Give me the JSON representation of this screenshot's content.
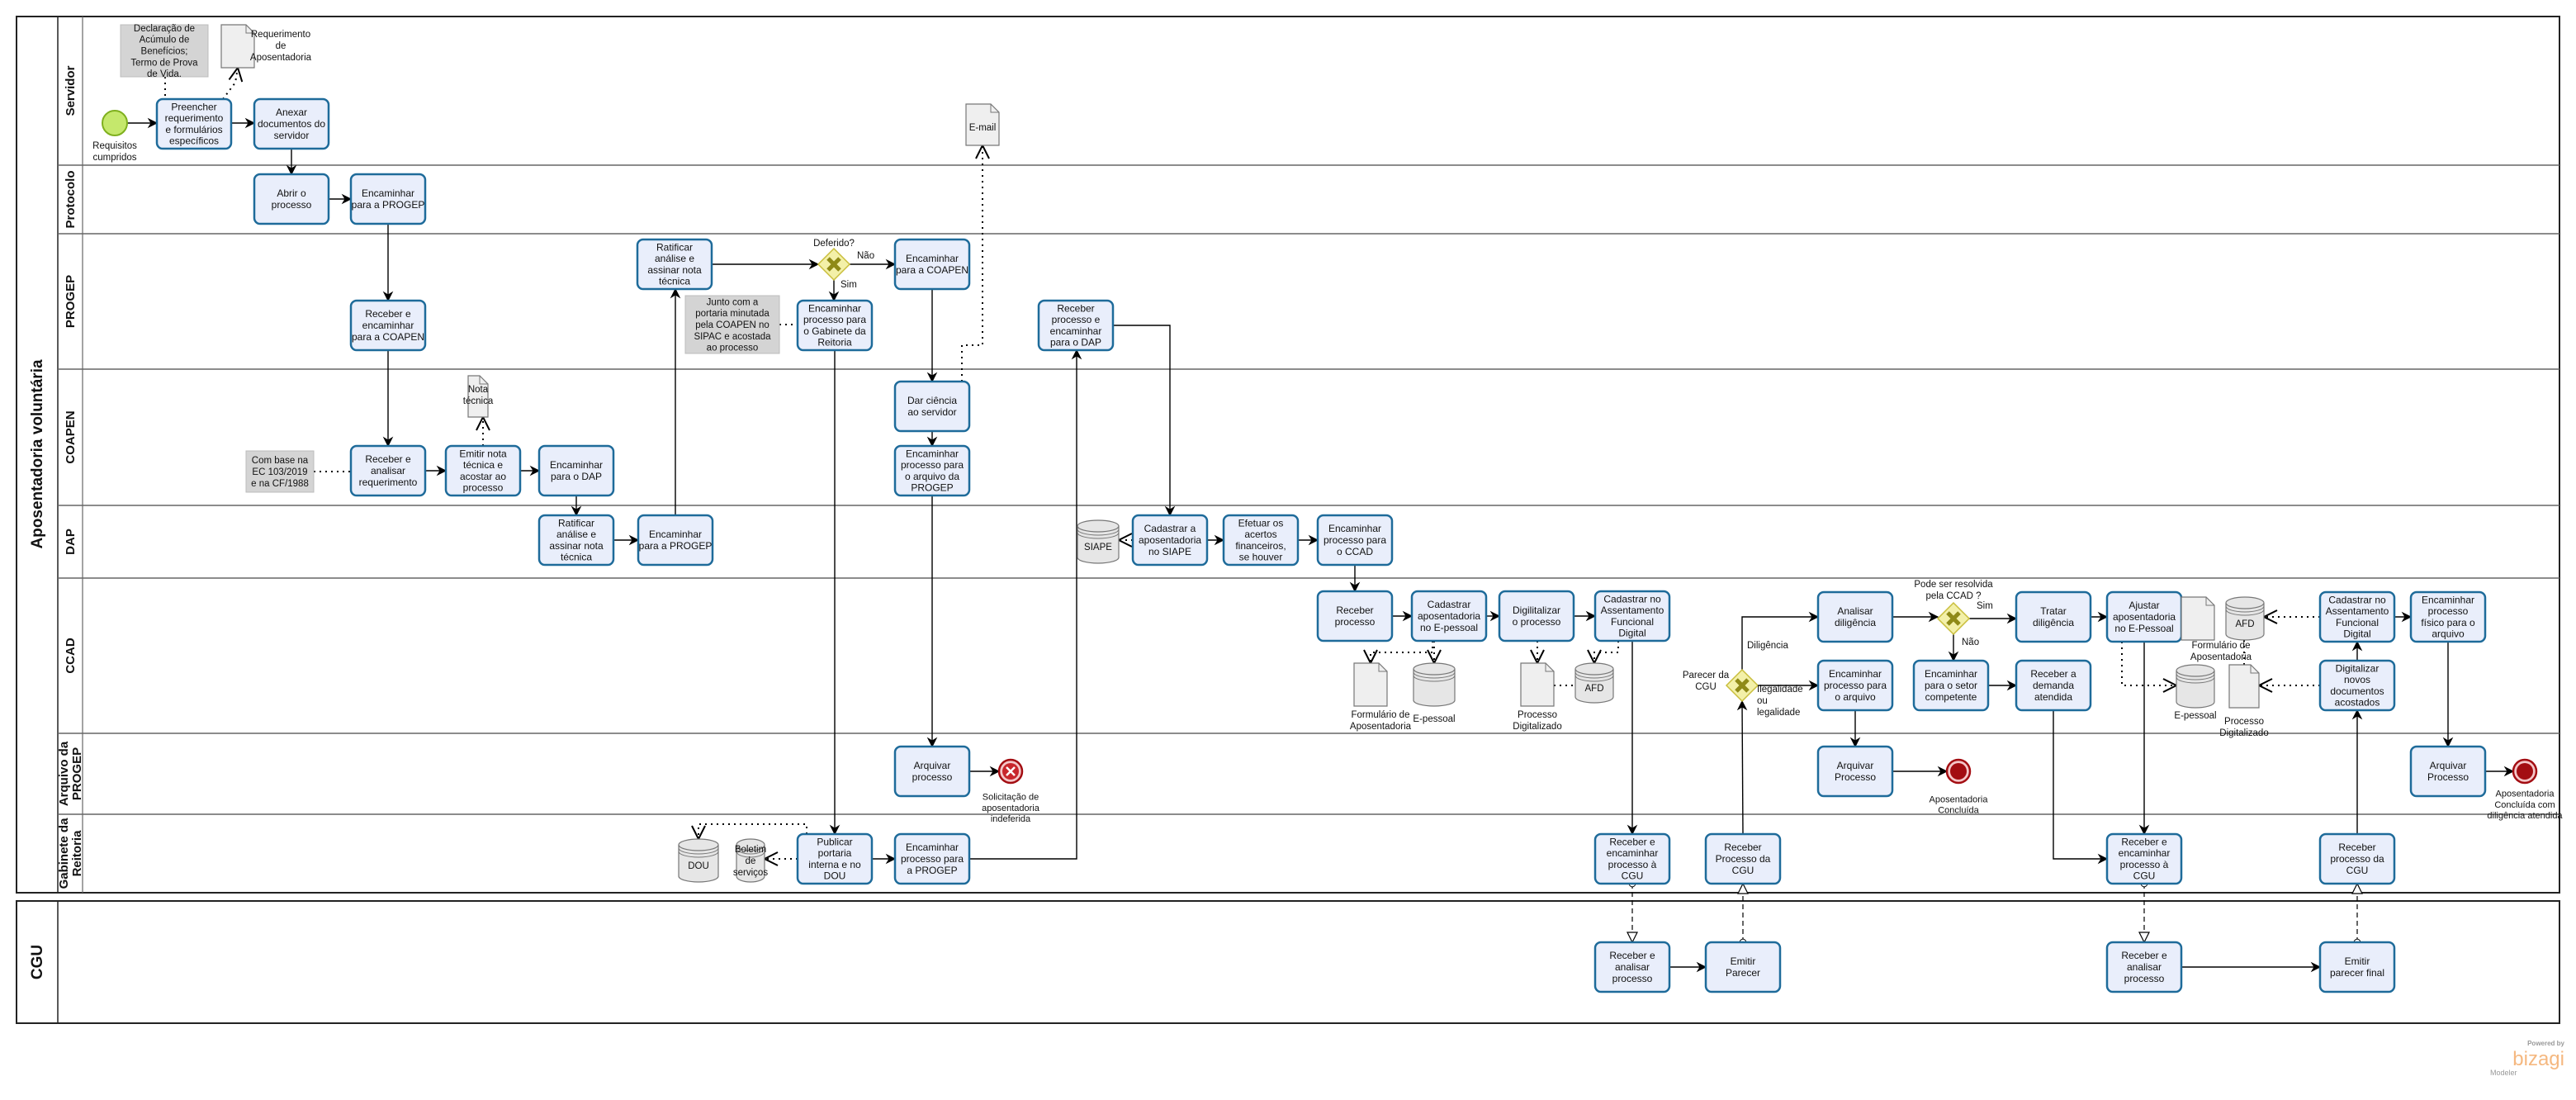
{
  "pool_main": {
    "title": "Aposentadoria voluntária",
    "lanes": [
      "Servidor",
      "Protocolo",
      "PROGEP",
      "COAPEN",
      "DAP",
      "CCAD",
      "Arquivo da PROGEP",
      "Gabinete da Reitoria"
    ]
  },
  "pool_cgu": {
    "title": "CGU"
  },
  "tasks": {
    "preencher": "Preencher requerimento e formulários específicos",
    "anexar": "Anexar documentos do servidor",
    "abrir": "Abrir o processo",
    "enc_progep_prot": "Encaminhar para a PROGEP",
    "receber_enc_coapen": "Receber e encaminhar para a COAPEN",
    "ratificar_progep": "Ratificar análise e assinar nota técnica",
    "enc_coapen": "Encaminhar para a COAPEN",
    "enc_gabinete": "Encaminhar processo para o Gabinete da Reitoria",
    "receber_enc_dap": "Receber processo e encaminhar para o DAP",
    "receber_analisar": "Receber e analisar requerimento",
    "emitir_nota": "Emitir nota técnica e acostar ao processo",
    "enc_dap": "Encaminhar para o DAP",
    "dar_ciencia": "Dar ciência ao servidor",
    "enc_arquivo_progep": "Encaminhar processo para o arquivo da PROGEP",
    "ratificar_dap": "Ratificar análise e assinar nota técnica",
    "enc_progep_dap": "Encaminhar para a PROGEP",
    "cadastrar_siape": "Cadastrar a aposentadoria no SIAPE",
    "efetuar_acertos": "Efetuar os acertos financeiros, se houver",
    "enc_ccad": "Encaminhar processo para o CCAD",
    "receber_processo": "Receber processo",
    "cadastrar_epessoal": "Cadastrar aposentadoria no E-pessoal",
    "digitalizar": "Digilitalizar o processo",
    "cadastrar_afd": "Cadastrar no Assentamento Funcional Digital",
    "analisar_diligencia": "Analisar diligência",
    "enc_arquivo": "Encaminhar processo para o arquivo",
    "tratar_diligencia": "Tratar diligência",
    "enc_setor": "Encaminhar para o setor competente",
    "receber_demanda": "Receber a demanda atendida",
    "ajustar": "Ajustar aposentadoria no E-Pessoal",
    "cadastrar_afd2": "Cadastrar no Assentamento Funcional Digital",
    "enc_fisico": "Encaminhar processo físico para o arquivo",
    "digitalizar_novos": "Digitalizar novos documentos acostados",
    "arquivar_indeferido": "Arquivar processo",
    "arquivar_1": "Arquivar Processo",
    "arquivar_2": "Arquivar Processo",
    "publicar": "Publicar portaria interna e no DOU",
    "enc_progep_gab": "Encaminhar processo para a PROGEP",
    "receber_enc_cgu_1": "Receber e encaminhar processo à CGU",
    "receber_cgu_1": "Receber Processo da CGU",
    "receber_enc_cgu_2": "Receber e encaminhar processo à CGU",
    "receber_cgu_2": "Receber processo da CGU",
    "cgu_analisar_1": "Receber e analisar processo",
    "cgu_emitir_1": "Emitir Parecer",
    "cgu_analisar_2": "Receber e analisar processo",
    "cgu_emitir_2": "Emitir parecer final"
  },
  "events": {
    "start": "Requisitos cumpridos",
    "end_indeferida": "Solicitação de aposentadoria indeferida",
    "end_concluida": "Aposentadoria Concluída",
    "end_concluida_diligencia": "Aposentadoria Concluída com diligência atendida"
  },
  "gateways": {
    "deferido": {
      "label": "Deferido?",
      "yes": "Sim",
      "no": "Não"
    },
    "parecer": {
      "label": "Parecer da CGU",
      "a": "Diligência",
      "b": "Ilegalidade ou legalidade"
    },
    "ccad": {
      "label": "Pode ser resolvida pela CCAD ?",
      "yes": "Sim",
      "no": "Não"
    }
  },
  "annotations": {
    "declaracao": "Declaração de Acúmulo de Benefícios; Termo de Prova de Vida.",
    "junto": "Junto com a portaria minutada pela COAPEN no SIPAC e acostada ao processo",
    "com_base": "Com base na EC 103/2019 e na CF/1988"
  },
  "artifacts": {
    "requerimento": "Requerimento de Aposentadoria",
    "email": "E-mail",
    "nota_tecnica": "Nota técnica",
    "siape": "SIAPE",
    "formulario_1": "Formulário de Aposentadoria",
    "epessoal_1": "E-pessoal",
    "processo_dig_1": "Processo Digitalizado",
    "afd_1": "AFD",
    "formulario_2": "Formulário de Aposentadoria",
    "epessoal_2": "E-pessoal",
    "processo_dig_2": "Processo Digitalizado",
    "afd_2": "AFD",
    "dou": "DOU",
    "boletim": "Boletim de serviços"
  },
  "branding": {
    "powered": "Powered by",
    "name": "bizagi",
    "product": "Modeler"
  },
  "colors": {
    "task_fill": "#e9eefb",
    "task_stroke": "#1e6b9a",
    "start": "#c5e86c",
    "end": "#a30d12",
    "gateway": "#f3f0a8"
  }
}
